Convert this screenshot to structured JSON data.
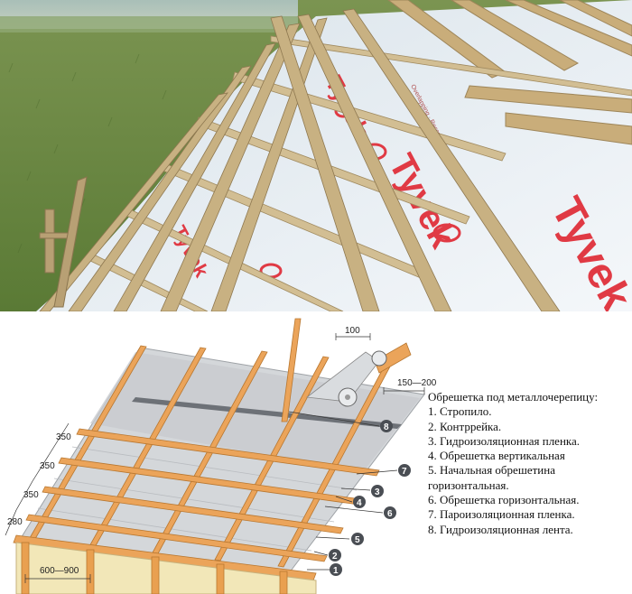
{
  "photo": {
    "membrane_brand": "Tyvek",
    "membrane_small_text": "Overlapping · Recouvrement · Overlap",
    "colors": {
      "membrane": "#eef3f7",
      "brand": "#e03a44",
      "wood": "#c9b48a",
      "grass": "#6f8a44",
      "sky": "#b6c9c0"
    }
  },
  "diagram": {
    "dimensions": {
      "roll_width": "100",
      "overlap": "150—200",
      "spacing_1": "350",
      "spacing_2": "350",
      "spacing_3": "350",
      "first_spacing": "280",
      "rafter_spacing": "600—900"
    },
    "callouts": [
      "1",
      "2",
      "3",
      "4",
      "5",
      "6",
      "7",
      "8"
    ],
    "legend": {
      "title": "Обрешетка под металлочерепицу:",
      "items": [
        "1. Стропило.",
        "2. Контррейка.",
        "3. Гидроизоляционная пленка.",
        "4. Обрешетка вертикальная",
        "5. Начальная обрешетина горизонтальная.",
        "6. Обрешетка горизонтальная.",
        "7. Пароизоляционная пленка.",
        "8. Гидроизоляционная лента."
      ]
    },
    "colors": {
      "lath": "#e8a65c",
      "film": "#d0d3d6",
      "rafter": "#f2e6b9",
      "callout": "#4a4e54"
    }
  }
}
